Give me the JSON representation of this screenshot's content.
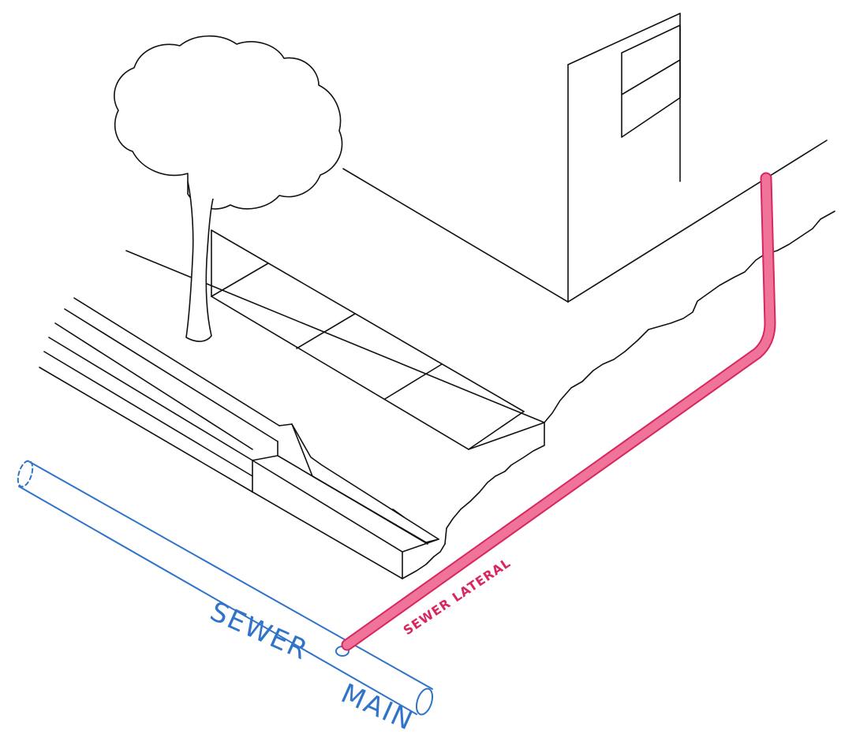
{
  "labels": {
    "sewer_main_line1": "SEWER",
    "sewer_main_line2": "MAIN",
    "sewer_lateral": "SEWER LATERAL"
  },
  "colors": {
    "main_pipe": "#2f74c8",
    "lateral_pipe_fill": "#f0739a",
    "lateral_pipe_edge": "#d8265f",
    "lateral_text": "#d8265f",
    "line_ink": "#111111"
  },
  "icons": {
    "tree": "tree-icon",
    "house": "house-icon",
    "window": "window-icon"
  }
}
